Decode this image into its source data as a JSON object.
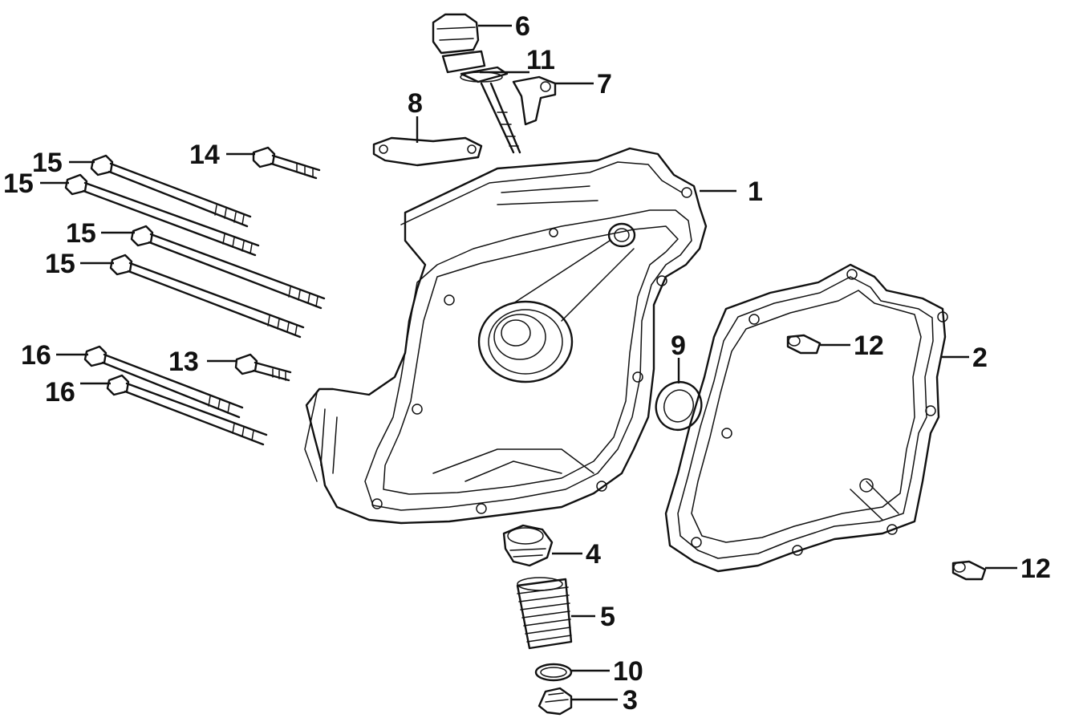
{
  "callouts": [
    {
      "id": "c1",
      "text": "1"
    },
    {
      "id": "c2",
      "text": "2"
    },
    {
      "id": "c3",
      "text": "3"
    },
    {
      "id": "c4",
      "text": "4"
    },
    {
      "id": "c5",
      "text": "5"
    },
    {
      "id": "c6",
      "text": "6"
    },
    {
      "id": "c7",
      "text": "7"
    },
    {
      "id": "c8",
      "text": "8"
    },
    {
      "id": "c9",
      "text": "9"
    },
    {
      "id": "c10",
      "text": "10"
    },
    {
      "id": "c11",
      "text": "11"
    },
    {
      "id": "c12a",
      "text": "12"
    },
    {
      "id": "c12b",
      "text": "12"
    },
    {
      "id": "c13",
      "text": "13"
    },
    {
      "id": "c14",
      "text": "14"
    },
    {
      "id": "c15a",
      "text": "15"
    },
    {
      "id": "c15b",
      "text": "15"
    },
    {
      "id": "c15c",
      "text": "15"
    },
    {
      "id": "c15d",
      "text": "15"
    },
    {
      "id": "c16a",
      "text": "16"
    },
    {
      "id": "c16b",
      "text": "16"
    }
  ]
}
